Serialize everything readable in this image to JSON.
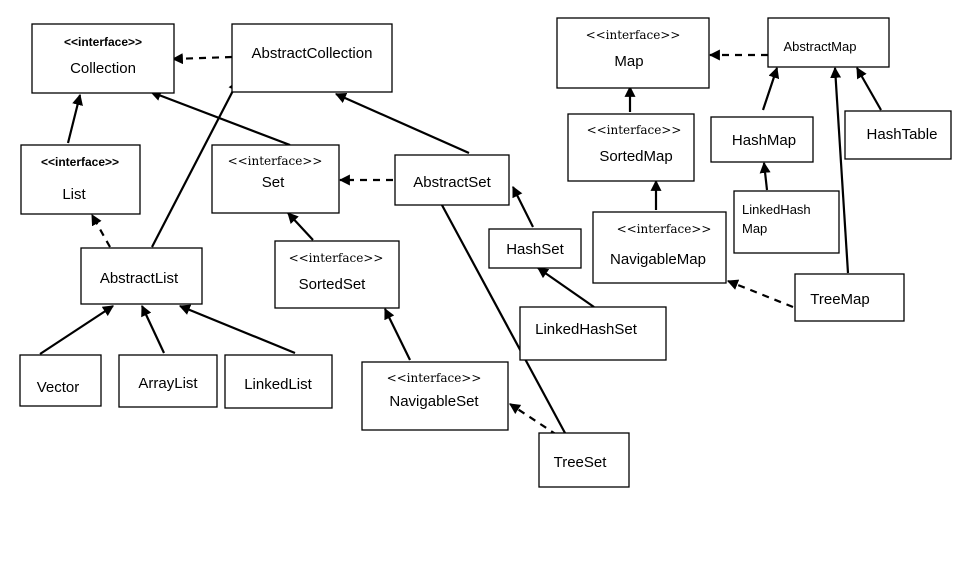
{
  "stereotype": "<<interface>>",
  "nodes": {
    "collection": "Collection",
    "abstract_collection": "AbstractCollection",
    "list": "List",
    "set": "Set",
    "abstract_set": "AbstractSet",
    "abstract_list": "AbstractList",
    "sorted_set": "SortedSet",
    "hash_set": "HashSet",
    "linked_hash_set": "LinkedHashSet",
    "vector": "Vector",
    "array_list": "ArrayList",
    "linked_list": "LinkedList",
    "navigable_set": "NavigableSet",
    "tree_set": "TreeSet",
    "map": "Map",
    "abstract_map": "AbstractMap",
    "sorted_map": "SortedMap",
    "hash_map": "HashMap",
    "hash_table": "HashTable",
    "linked_hash_map_line1": "LinkedHash",
    "linked_hash_map_line2": "Map",
    "navigable_map": "NavigableMap",
    "tree_map": "TreeMap"
  }
}
